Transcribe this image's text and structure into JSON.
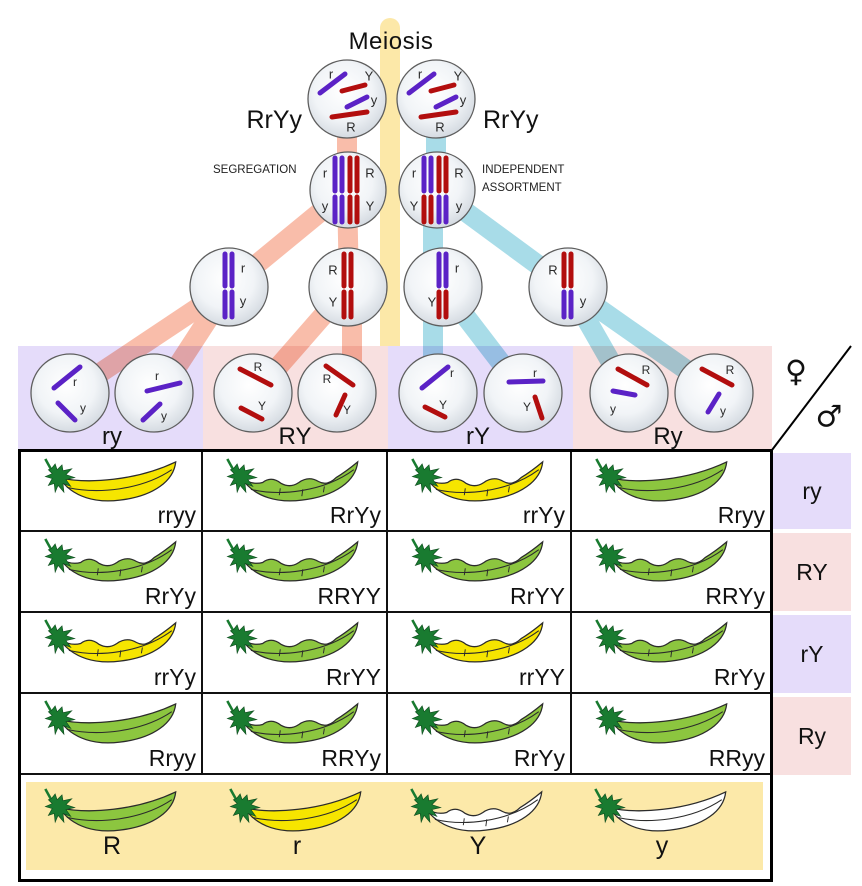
{
  "title": "Meiosis",
  "parents": {
    "left_genotype": "RrYy",
    "right_genotype": "RrYy"
  },
  "process_labels": {
    "segregation": "SEGREGATION",
    "independent_assortment_line1": "INDEPENDENT",
    "independent_assortment_line2": "ASSORTMENT"
  },
  "meiosis_cells": {
    "parent_left": {
      "alleles": [
        "r",
        "Y",
        "y",
        "R"
      ]
    },
    "parent_right": {
      "alleles": [
        "r",
        "Y",
        "y",
        "R"
      ]
    },
    "segregation_cell": {
      "alleles": [
        "r",
        "R",
        "y",
        "Y"
      ]
    },
    "assortment_cell": {
      "alleles": [
        "r",
        "R",
        "Y",
        "y"
      ]
    },
    "meiosis2": [
      {
        "alleles": [
          "r",
          "y"
        ]
      },
      {
        "alleles": [
          "R",
          "Y"
        ]
      },
      {
        "alleles": [
          "r",
          "Y"
        ]
      },
      {
        "alleles": [
          "R",
          "y"
        ]
      }
    ]
  },
  "gametes": [
    {
      "label": "ry",
      "cells": [
        {
          "alleles": [
            "r",
            "y"
          ]
        },
        {
          "alleles": [
            "r",
            "y"
          ]
        }
      ]
    },
    {
      "label": "RY",
      "cells": [
        {
          "alleles": [
            "R",
            "Y"
          ]
        },
        {
          "alleles": [
            "R",
            "Y"
          ]
        }
      ]
    },
    {
      "label": "rY",
      "cells": [
        {
          "alleles": [
            "r",
            "Y"
          ]
        },
        {
          "alleles": [
            "r",
            "Y"
          ]
        }
      ]
    },
    {
      "label": "Ry",
      "cells": [
        {
          "alleles": [
            "R",
            "y"
          ]
        },
        {
          "alleles": [
            "R",
            "y"
          ]
        }
      ]
    }
  ],
  "cross_symbols": {
    "female": "♀",
    "male": "♂"
  },
  "row_headers": [
    "ry",
    "RY",
    "rY",
    "Ry"
  ],
  "grid": {
    "rows": [
      {
        "cells": [
          {
            "genotype": "rryy",
            "pod_color": "yellow",
            "pod_shape": "smooth"
          },
          {
            "genotype": "RrYy",
            "pod_color": "green",
            "pod_shape": "constricted"
          },
          {
            "genotype": "rrYy",
            "pod_color": "yellow",
            "pod_shape": "constricted"
          },
          {
            "genotype": "Rryy",
            "pod_color": "green",
            "pod_shape": "smooth"
          }
        ]
      },
      {
        "cells": [
          {
            "genotype": "RrYy",
            "pod_color": "green",
            "pod_shape": "constricted"
          },
          {
            "genotype": "RRYY",
            "pod_color": "green",
            "pod_shape": "constricted"
          },
          {
            "genotype": "RrYY",
            "pod_color": "green",
            "pod_shape": "constricted"
          },
          {
            "genotype": "RRYy",
            "pod_color": "green",
            "pod_shape": "constricted"
          }
        ]
      },
      {
        "cells": [
          {
            "genotype": "rrYy",
            "pod_color": "yellow",
            "pod_shape": "constricted"
          },
          {
            "genotype": "RrYY",
            "pod_color": "green",
            "pod_shape": "constricted"
          },
          {
            "genotype": "rrYY",
            "pod_color": "yellow",
            "pod_shape": "constricted"
          },
          {
            "genotype": "RrYy",
            "pod_color": "green",
            "pod_shape": "constricted"
          }
        ]
      },
      {
        "cells": [
          {
            "genotype": "Rryy",
            "pod_color": "green",
            "pod_shape": "smooth"
          },
          {
            "genotype": "RRYy",
            "pod_color": "green",
            "pod_shape": "constricted"
          },
          {
            "genotype": "RrYy",
            "pod_color": "green",
            "pod_shape": "constricted"
          },
          {
            "genotype": "RRyy",
            "pod_color": "green",
            "pod_shape": "smooth"
          }
        ]
      }
    ]
  },
  "legend": [
    {
      "allele": "R",
      "pod_color": "green",
      "pod_shape": "smooth"
    },
    {
      "allele": "r",
      "pod_color": "yellow",
      "pod_shape": "smooth"
    },
    {
      "allele": "Y",
      "pod_color": "white",
      "pod_shape": "constricted"
    },
    {
      "allele": "y",
      "pod_color": "white",
      "pod_shape": "smooth"
    }
  ],
  "colors": {
    "pod": {
      "green": "#8cc63f",
      "yellow": "#f6e500",
      "white": "#ffffff"
    },
    "calyx": "#197b30",
    "chromosome_recessive": "#5b22c6",
    "chromosome_dominant": "#b20e0e",
    "stripe_pink": "#f9bdaa",
    "stripe_blue": "#a8dce8",
    "stripe_yellow": "#fce8a8",
    "box_purple": "#e5dcfa",
    "box_pink": "#f8e0e0",
    "legend_background": "#fce9a9"
  }
}
